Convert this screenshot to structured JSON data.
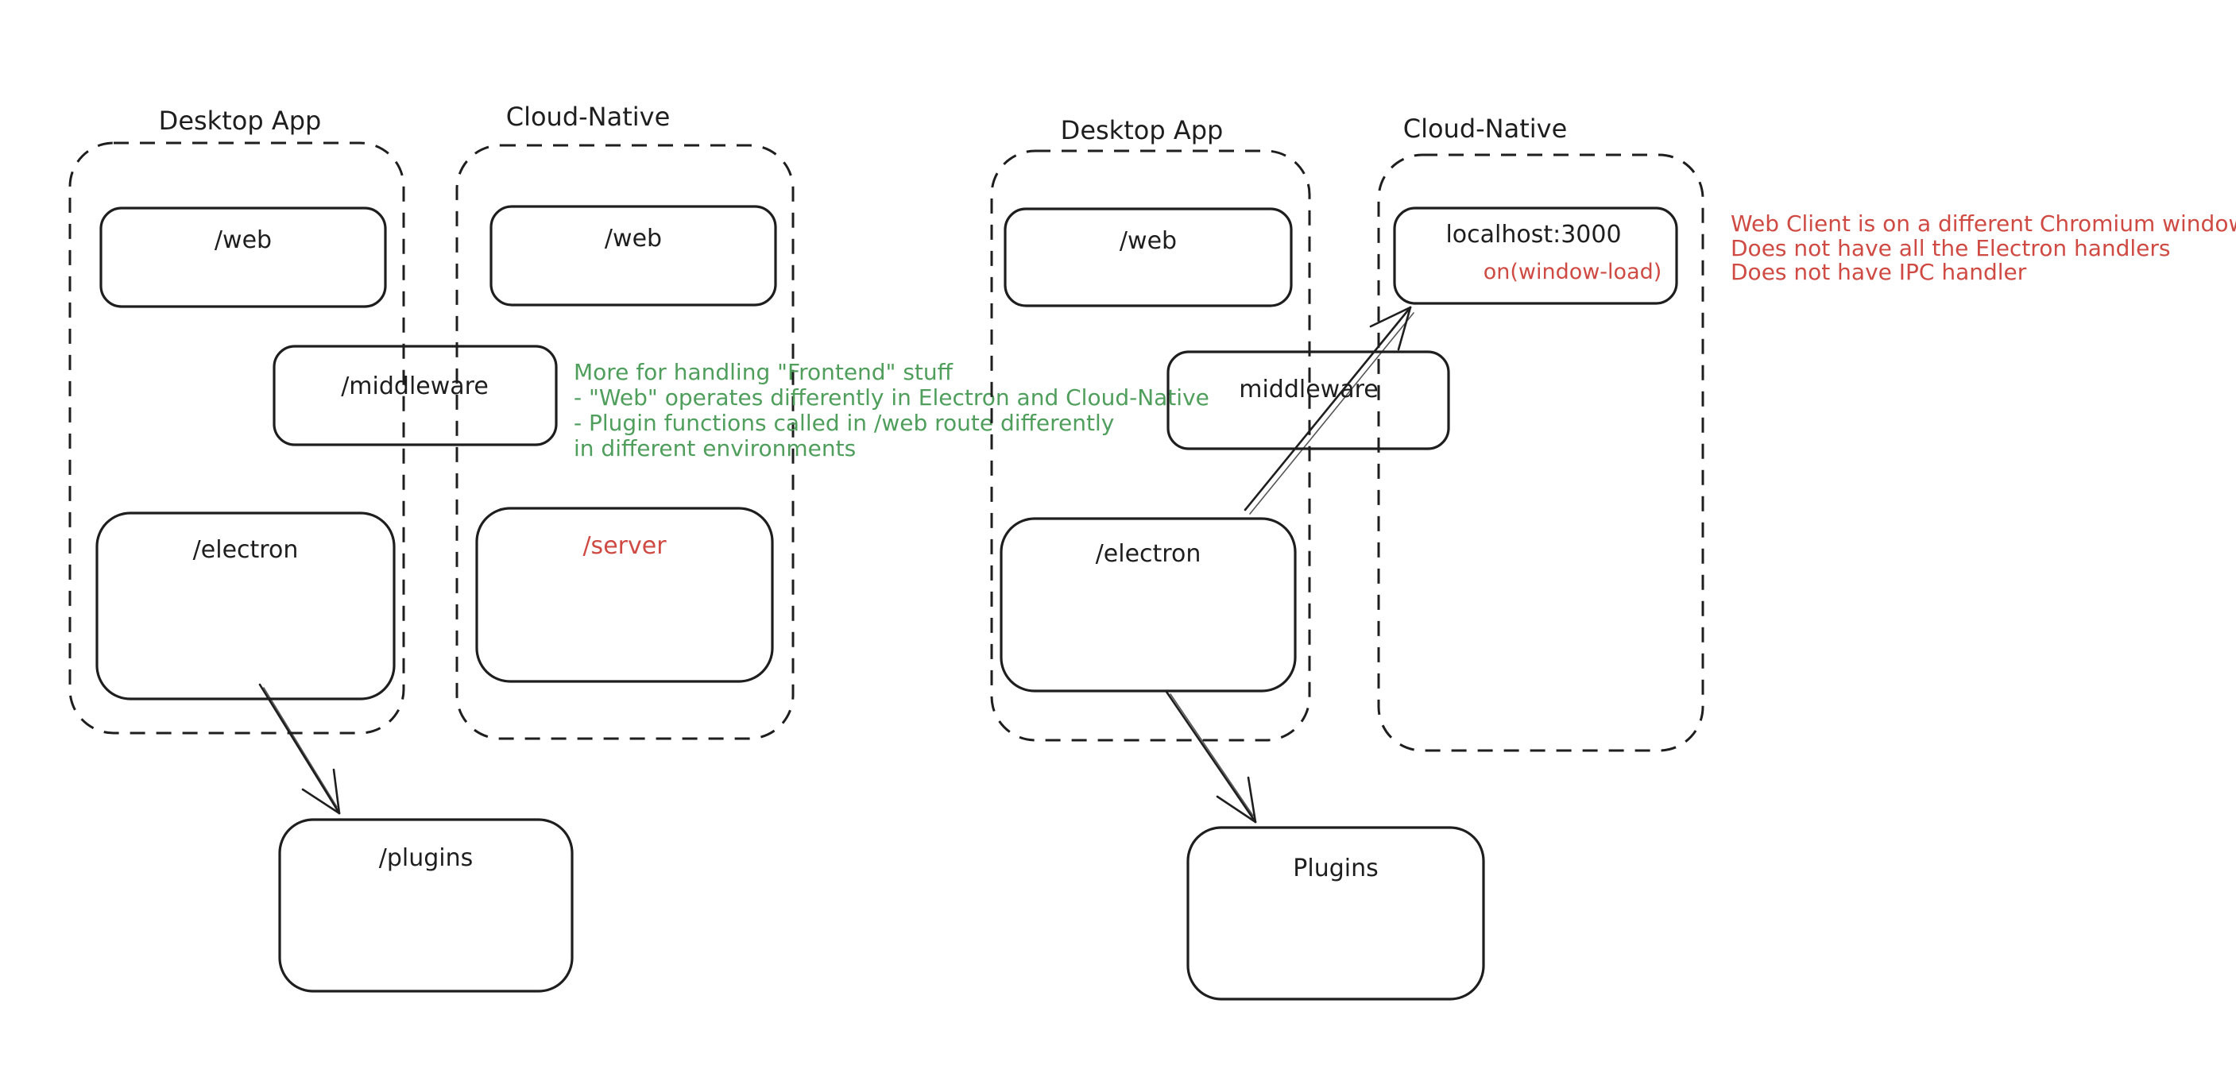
{
  "palette": {
    "background": "#ffffff",
    "stroke": "#1e1e1e",
    "red": "#cf4a43",
    "green": "#4f9e5c"
  },
  "left_diagram": {
    "desktop_group": {
      "title": "Desktop App",
      "nodes": {
        "web": "/web",
        "electron": "/electron"
      }
    },
    "cloud_group": {
      "title": "Cloud-Native",
      "nodes": {
        "web": "/web",
        "server": "/server"
      }
    },
    "shared_nodes": {
      "middleware": "/middleware",
      "plugins": "/plugins"
    },
    "note": {
      "color": "green",
      "lines": [
        "More for handling \"Frontend\" stuff",
        "- \"Web\" operates differently in Electron and Cloud-Native",
        "- Plugin functions called in /web route differently",
        "in different environments"
      ]
    }
  },
  "right_diagram": {
    "desktop_group": {
      "title": "Desktop App",
      "nodes": {
        "web": "/web",
        "electron": "/electron"
      }
    },
    "cloud_group": {
      "title": "Cloud-Native",
      "nodes": {
        "localhost": "localhost:3000",
        "on_window_load": "on(window-load)"
      }
    },
    "shared_nodes": {
      "middleware": "middleware",
      "plugins": "Plugins"
    },
    "note": {
      "color": "red",
      "lines": [
        "Web Client is on a different Chromium window",
        "Does not have all the Electron handlers",
        "Does not have IPC handler"
      ]
    }
  }
}
